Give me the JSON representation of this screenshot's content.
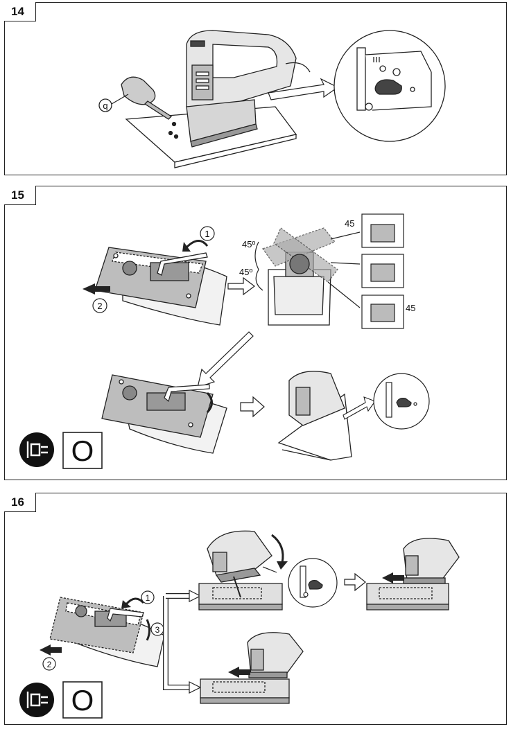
{
  "panels": [
    {
      "number": "14",
      "labels": {
        "oil_callout": "q"
      }
    },
    {
      "number": "15",
      "labels": {
        "step1": "1",
        "step2": "2",
        "angle_left_top": "45º",
        "angle_left_bottom": "45º",
        "angle_top": "45",
        "angle_bottom": "45",
        "mode_symbol": "O"
      }
    },
    {
      "number": "16",
      "labels": {
        "step1": "1",
        "step2": "2",
        "step3": "3",
        "mode_symbol": "O"
      }
    }
  ],
  "icons": [
    "unplug-icon",
    "oil-bottle-icon",
    "jigsaw-icon",
    "lever-detail-icon",
    "hex-key-icon",
    "arrow-icon"
  ]
}
